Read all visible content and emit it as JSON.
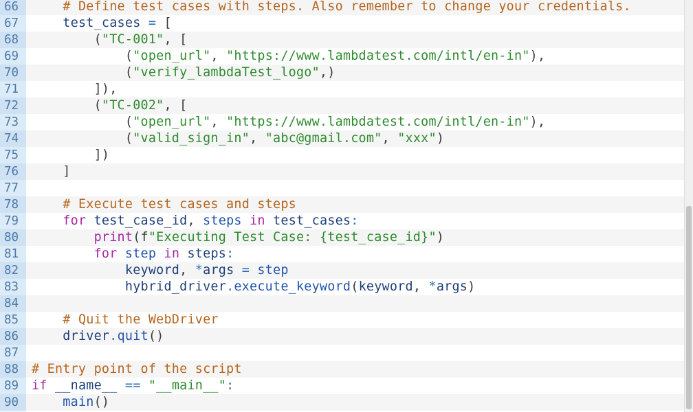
{
  "editor": {
    "lines": [
      {
        "num": "66",
        "tokens": [
          {
            "t": "    ",
            "c": ""
          },
          {
            "t": "# Define test cases with steps. Also remember to change your credentials.",
            "c": "t-comment"
          }
        ]
      },
      {
        "num": "67",
        "tokens": [
          {
            "t": "    ",
            "c": ""
          },
          {
            "t": "test_cases",
            "c": "t-id"
          },
          {
            "t": " = ",
            "c": "t-op"
          },
          {
            "t": "[",
            "c": "t-punc"
          }
        ]
      },
      {
        "num": "68",
        "tokens": [
          {
            "t": "        (",
            "c": "t-punc"
          },
          {
            "t": "\"TC-001\"",
            "c": "t-str"
          },
          {
            "t": ", [",
            "c": "t-punc"
          }
        ]
      },
      {
        "num": "69",
        "tokens": [
          {
            "t": "            (",
            "c": "t-punc"
          },
          {
            "t": "\"open_url\"",
            "c": "t-str"
          },
          {
            "t": ", ",
            "c": "t-punc"
          },
          {
            "t": "\"https://www.lambdatest.com/intl/en-in\"",
            "c": "t-str"
          },
          {
            "t": "),",
            "c": "t-punc"
          }
        ]
      },
      {
        "num": "70",
        "tokens": [
          {
            "t": "            (",
            "c": "t-punc"
          },
          {
            "t": "\"verify_lambdaTest_logo\"",
            "c": "t-str"
          },
          {
            "t": ",)",
            "c": "t-punc"
          }
        ]
      },
      {
        "num": "71",
        "tokens": [
          {
            "t": "        ]),",
            "c": "t-punc"
          }
        ]
      },
      {
        "num": "72",
        "tokens": [
          {
            "t": "        (",
            "c": "t-punc"
          },
          {
            "t": "\"TC-002\"",
            "c": "t-str"
          },
          {
            "t": ", [",
            "c": "t-punc"
          }
        ]
      },
      {
        "num": "73",
        "tokens": [
          {
            "t": "            (",
            "c": "t-punc"
          },
          {
            "t": "\"open_url\"",
            "c": "t-str"
          },
          {
            "t": ", ",
            "c": "t-punc"
          },
          {
            "t": "\"https://www.lambdatest.com/intl/en-in\"",
            "c": "t-str"
          },
          {
            "t": "),",
            "c": "t-punc"
          }
        ]
      },
      {
        "num": "74",
        "tokens": [
          {
            "t": "            (",
            "c": "t-punc"
          },
          {
            "t": "\"valid_sign_in\"",
            "c": "t-str"
          },
          {
            "t": ", ",
            "c": "t-punc"
          },
          {
            "t": "\"abc@gmail.com\"",
            "c": "t-str"
          },
          {
            "t": ", ",
            "c": "t-punc"
          },
          {
            "t": "\"xxx\"",
            "c": "t-str"
          },
          {
            "t": ")",
            "c": "t-punc"
          }
        ]
      },
      {
        "num": "75",
        "tokens": [
          {
            "t": "        ])",
            "c": "t-punc"
          }
        ]
      },
      {
        "num": "76",
        "tokens": [
          {
            "t": "    ]",
            "c": "t-punc"
          }
        ]
      },
      {
        "num": "77",
        "tokens": [
          {
            "t": "",
            "c": ""
          }
        ]
      },
      {
        "num": "78",
        "tokens": [
          {
            "t": "    ",
            "c": ""
          },
          {
            "t": "# Execute test cases and steps",
            "c": "t-comment"
          }
        ]
      },
      {
        "num": "79",
        "tokens": [
          {
            "t": "    ",
            "c": ""
          },
          {
            "t": "for",
            "c": "t-kw"
          },
          {
            "t": " ",
            "c": ""
          },
          {
            "t": "test_case_id",
            "c": "t-id"
          },
          {
            "t": ", ",
            "c": "t-punc"
          },
          {
            "t": "steps",
            "c": "t-fn"
          },
          {
            "t": " ",
            "c": ""
          },
          {
            "t": "in",
            "c": "t-kw"
          },
          {
            "t": " ",
            "c": ""
          },
          {
            "t": "test_cases",
            "c": "t-id"
          },
          {
            "t": ":",
            "c": "t-op"
          }
        ]
      },
      {
        "num": "80",
        "tokens": [
          {
            "t": "        ",
            "c": ""
          },
          {
            "t": "print",
            "c": "t-kw"
          },
          {
            "t": "(",
            "c": "t-punc"
          },
          {
            "t": "f",
            "c": "t-punc"
          },
          {
            "t": "\"Executing Test Case: {test_case_id}\"",
            "c": "t-str"
          },
          {
            "t": ")",
            "c": "t-punc"
          }
        ]
      },
      {
        "num": "81",
        "tokens": [
          {
            "t": "        ",
            "c": ""
          },
          {
            "t": "for",
            "c": "t-kw"
          },
          {
            "t": " ",
            "c": ""
          },
          {
            "t": "step",
            "c": "t-fn"
          },
          {
            "t": " ",
            "c": ""
          },
          {
            "t": "in",
            "c": "t-kw"
          },
          {
            "t": " ",
            "c": ""
          },
          {
            "t": "steps",
            "c": "t-id"
          },
          {
            "t": ":",
            "c": "t-op"
          }
        ]
      },
      {
        "num": "82",
        "tokens": [
          {
            "t": "            ",
            "c": ""
          },
          {
            "t": "keyword",
            "c": "t-id"
          },
          {
            "t": ", ",
            "c": "t-punc"
          },
          {
            "t": "*",
            "c": "t-op"
          },
          {
            "t": "args",
            "c": "t-id"
          },
          {
            "t": " = ",
            "c": "t-op"
          },
          {
            "t": "step",
            "c": "t-fn"
          }
        ]
      },
      {
        "num": "83",
        "tokens": [
          {
            "t": "            ",
            "c": ""
          },
          {
            "t": "hybrid_driver",
            "c": "t-id"
          },
          {
            "t": ".",
            "c": "t-op"
          },
          {
            "t": "execute_keyword",
            "c": "t-fn"
          },
          {
            "t": "(",
            "c": "t-punc"
          },
          {
            "t": "keyword",
            "c": "t-id"
          },
          {
            "t": ", ",
            "c": "t-punc"
          },
          {
            "t": "*",
            "c": "t-op"
          },
          {
            "t": "args",
            "c": "t-id"
          },
          {
            "t": ")",
            "c": "t-punc"
          }
        ]
      },
      {
        "num": "84",
        "tokens": [
          {
            "t": "",
            "c": ""
          }
        ]
      },
      {
        "num": "85",
        "tokens": [
          {
            "t": "    ",
            "c": ""
          },
          {
            "t": "# Quit the WebDriver",
            "c": "t-comment"
          }
        ]
      },
      {
        "num": "86",
        "tokens": [
          {
            "t": "    ",
            "c": ""
          },
          {
            "t": "driver",
            "c": "t-id"
          },
          {
            "t": ".",
            "c": "t-op"
          },
          {
            "t": "quit",
            "c": "t-fn"
          },
          {
            "t": "()",
            "c": "t-punc"
          }
        ]
      },
      {
        "num": "87",
        "tokens": [
          {
            "t": "",
            "c": ""
          }
        ]
      },
      {
        "num": "88",
        "tokens": [
          {
            "t": "# Entry point of the script",
            "c": "t-comment"
          }
        ]
      },
      {
        "num": "89",
        "tokens": [
          {
            "t": "if",
            "c": "t-kw"
          },
          {
            "t": " ",
            "c": ""
          },
          {
            "t": "__name__",
            "c": "t-id"
          },
          {
            "t": " == ",
            "c": "t-op"
          },
          {
            "t": "\"__main__\"",
            "c": "t-str"
          },
          {
            "t": ":",
            "c": "t-op"
          }
        ]
      },
      {
        "num": "90",
        "tokens": [
          {
            "t": "    ",
            "c": ""
          },
          {
            "t": "main",
            "c": "t-fn"
          },
          {
            "t": "()",
            "c": "t-punc"
          }
        ]
      }
    ]
  }
}
